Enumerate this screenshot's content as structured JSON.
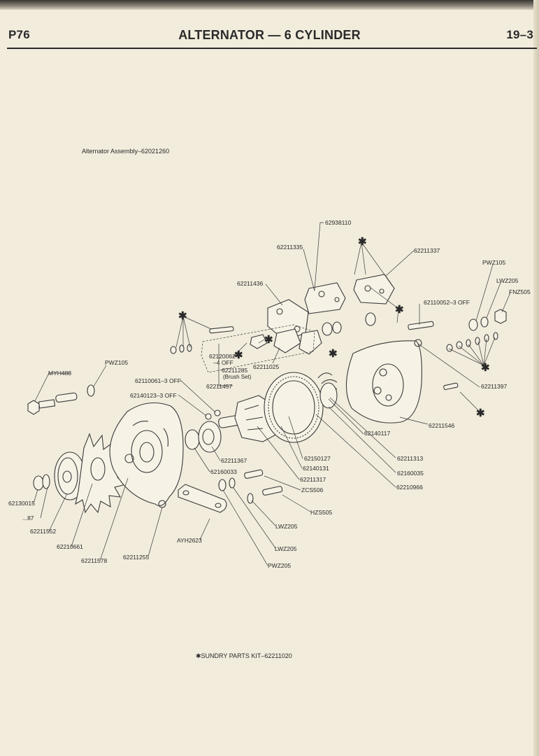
{
  "header": {
    "page": "P76",
    "title": "ALTERNATOR — 6 CYLINDER",
    "section": "19–3"
  },
  "assembly_label": "Alternator Assembly–62021260",
  "footer": {
    "sundry_symbol": "✱",
    "sundry_text": "SUNDRY PARTS KIT–62211020"
  },
  "callouts": {
    "c62938110": "62938110",
    "c62211335": "62211335",
    "c62211337": "62211337",
    "c62211436": "62211436",
    "cPWZ105_r": "PWZ105",
    "cLWZ205_r": "LWZ205",
    "cFNZ505": "FNZ505",
    "c62110052": "62110052–3 OFF",
    "c62120062a": "62120062",
    "c62120062b": "–4 OFF",
    "c62211285": "62211285",
    "cBrushSet": "(Brush Set)",
    "c62211025": "62211025",
    "c62211457": "62211457",
    "c62211397": "62211397",
    "cMYH488": "MYH488",
    "cPWZ105_l": "PWZ105",
    "c62110061": "62110061–3 OFF",
    "c62140123": "62140123–3 OFF",
    "c62140117": "62140117",
    "c62211546": "62211546",
    "c62211313": "62211313",
    "c62211367": "62211367",
    "c62150127": "62150127",
    "c62160033": "62160033",
    "c62140131": "62140131",
    "c62160035": "62160035",
    "c62211317": "62211317",
    "c62210966": "62210966",
    "cZCS506": "ZCS506",
    "c62130015": "62130015",
    "cX87": "...87",
    "cHZS505": "HZS505",
    "c62211552": "62211552",
    "cLWZ205_a": "LWZ205",
    "c62210661": "62210661",
    "cAYH2623": "AYH2623",
    "cLWZ205_b": "LWZ205",
    "c62211578": "62211578",
    "c62211255": "62211255",
    "cPWZ205": "PWZ205"
  },
  "colors": {
    "paper": "#f1ecdc",
    "ink": "#2a2a2a"
  }
}
